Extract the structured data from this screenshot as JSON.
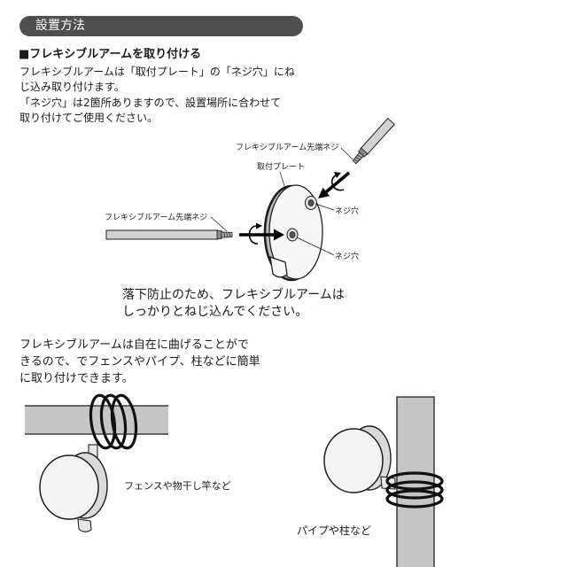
{
  "header": {
    "title": "設置方法"
  },
  "attach_section": {
    "title": "■フレキシブルアームを取り付ける",
    "lines": [
      "フレキシブルアームは「取付プレート」の「ネジ穴」にね",
      "じ込み取り付けます。",
      "「ネジ穴」は2箇所ありますので、設置場所に合わせて",
      "取り付けてご使用ください。"
    ],
    "diagram": {
      "label_arm_tip_top": "フレキシブルアーム先端ネジ",
      "label_plate": "取付プレート",
      "label_hole_upper": "ネジ穴",
      "label_arm_tip_left": "フレキシブルアーム先端ネジ",
      "label_hole_center": "ネジ穴"
    },
    "caption": [
      "落下防止のため、フレキシブルアームは",
      "しっかりとねじ込んでください。"
    ]
  },
  "usage_section": {
    "lines": [
      "フレキシブルアームは自在に曲げることがで",
      "きるので、でフェンスやパイプ、柱などに簡単",
      "に取り付けできます。"
    ],
    "label_fence": "フェンスや物干し竿など",
    "label_pole": "パイプや柱など"
  },
  "icons": {
    "screw_in_arrow": "arrow-icon",
    "rotation": "rotate-arrow-icon"
  },
  "colors": {
    "header_bar": "#4f4f4f",
    "header_text": "#ffffff",
    "text": "#1a1a1a",
    "line_art": "#1e1e1e",
    "pole_fill": "#c6c6c6",
    "rod_fill": "#d2d2d2",
    "device_face": "#f3f3f3",
    "device_body": "#dadada",
    "coil": "#111111"
  }
}
